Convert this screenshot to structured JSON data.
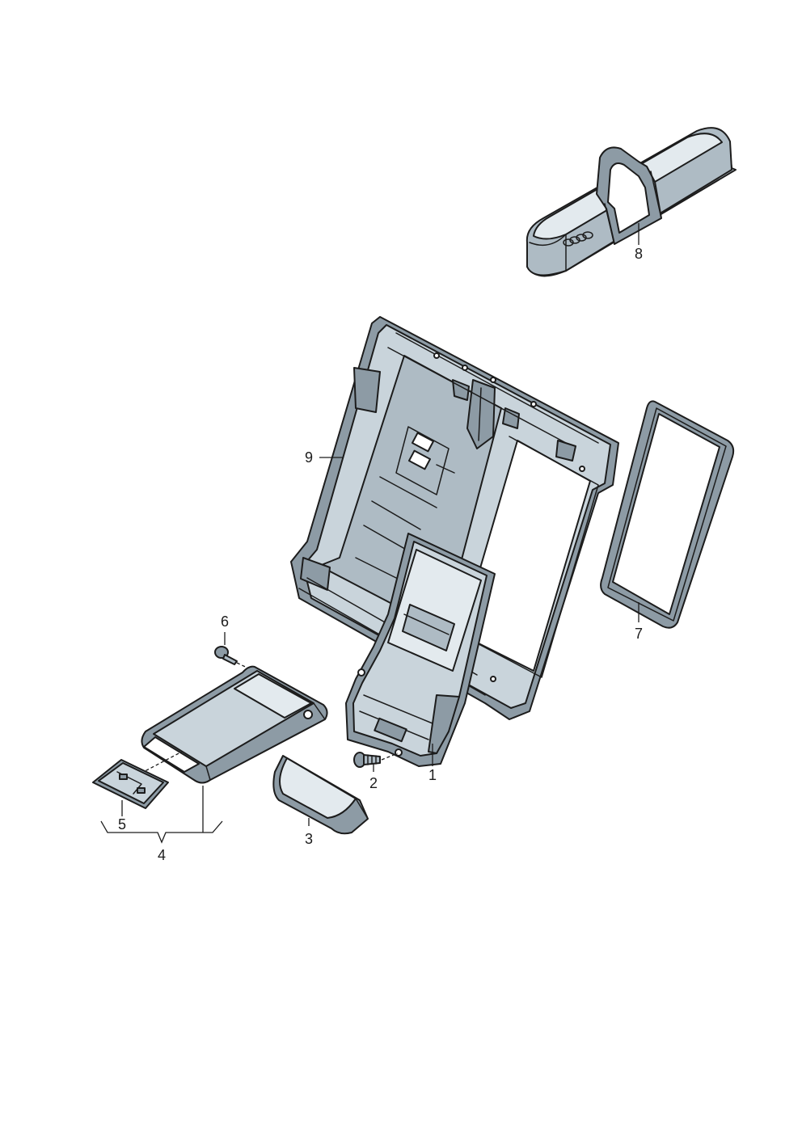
{
  "callouts": {
    "c1": "1",
    "c2": "2",
    "c3": "3",
    "c4": "4",
    "c5": "5",
    "c6": "6",
    "c7": "7",
    "c8": "8",
    "c9": "9"
  },
  "colors": {
    "part_fill": "#c9d4db",
    "part_shade": "#8d9ba5",
    "outline": "#1c1c1c",
    "background": "#ffffff"
  },
  "icons": {
    "brand_logo": "four-rings-logo"
  }
}
